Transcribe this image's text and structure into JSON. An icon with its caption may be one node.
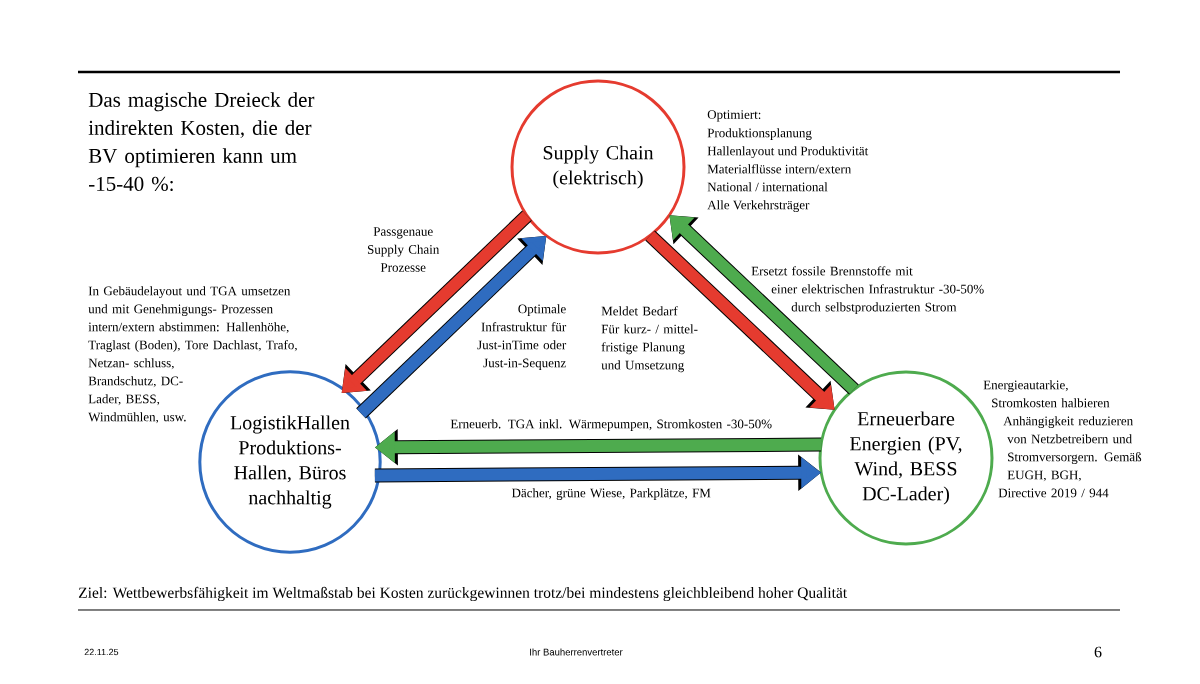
{
  "diagram": {
    "title": "Das magische Dreieck der indirekten Kosten, die der BV optimieren kann um -15-40 %:",
    "nodes": [
      {
        "text": [
          "Supply Chain (elektrisch)"
        ],
        "beside": [
          "Optimiert:",
          "Produktionsplanung",
          "Hallenlayout und Produktivität",
          "Materialflüsse intern/extern",
          "National / international",
          "Alle Verkehrsträger"
        ]
      },
      {
        "text": [
          "LogistikHallen Produktions- Hallen, Büros nachhaltig"
        ],
        "beside": [
          "In Gebäudelayout und TGA umsetzen und mit Genehmigungs- Prozessen intern/extern abstimmen: Hallenhöhe, Traglast (Boden), Tore Dachlast, Trafo, Netzan- schluss, Brandschutz, DC-Lader, BESS, Windmühlen, usw."
        ]
      },
      {
        "text": [
          "Erneuerbare Energien (PV, Wind, BESS DC-Lader)"
        ],
        "beside": [
          "Energieautarkie, Stromkosten halbieren Anhängigkeit reduzieren von Netzbetreibern und Stromversorgern. Gemäß EUGH, BGH, Directive 2019 / 944"
        ]
      }
    ],
    "edges": [
      {
        "from": 0,
        "to": 1,
        "arrow": "to",
        "label": "Passgenaue Supply Chain Prozesse",
        "color": "#e53b2f"
      },
      {
        "from": 1,
        "to": 0,
        "arrow": "to",
        "label": "Optimale Infrastruktur für Just-inTime oder Just-in-Sequenz",
        "color": "#2f6cc0"
      },
      {
        "from": 0,
        "to": 2,
        "arrow": "to",
        "label": "Meldet Bedarf Für kurz- / mittel- fristige Planung und Umsetzung",
        "color": "#e53b2f"
      },
      {
        "from": 2,
        "to": 0,
        "arrow": "to",
        "label": "Ersetzt fossile Brennstoffe mit einer elektrischen Infrastruktur -30-50% durch selbstproduzierten Strom",
        "color": "#4eab4e"
      },
      {
        "from": 2,
        "to": 1,
        "arrow": "to",
        "label": "Erneuerb. TGA inkl. Wärmepumpen, Stromkosten -30-50%",
        "color": "#4eab4e"
      },
      {
        "from": 1,
        "to": 2,
        "arrow": "to",
        "label": "Dächer, grüne Wiese, Parkplätze, FM",
        "color": "#2f6cc0"
      }
    ],
    "labels": [
      "Ziel: Wettbewerbsfähigkeit im Weltmaßstab bei Kosten zurückgewinnen trotz/bei mindestens gleichbleibend hoher Qualität",
      "22.11.25",
      "Ihr Bauherrenvertreter",
      "6"
    ]
  }
}
